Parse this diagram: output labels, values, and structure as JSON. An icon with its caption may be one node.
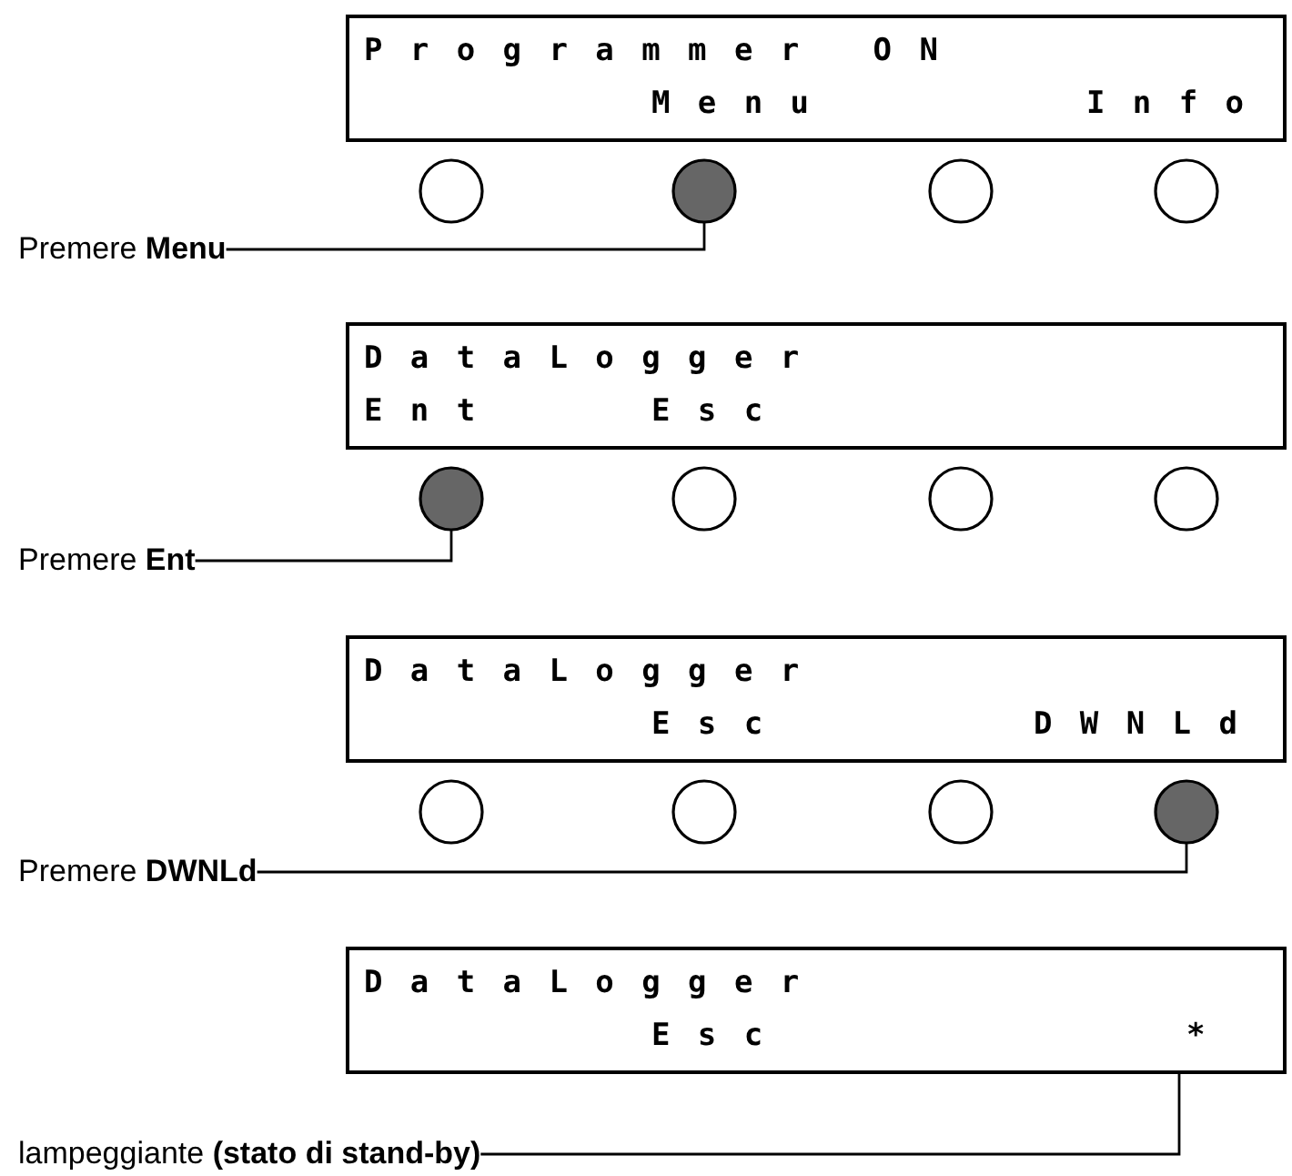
{
  "diagram": {
    "nodes": [
      {
        "text": [
          "Programmer ON",
          "Menu",
          "Info"
        ]
      },
      {
        "text": [],
        "shape": "circle"
      },
      {
        "text": [],
        "shape": "circle"
      },
      {
        "text": [],
        "shape": "circle"
      },
      {
        "text": [],
        "shape": "circle"
      },
      {
        "text": [
          "Premere **Menu**"
        ]
      },
      {
        "text": [
          "DataLogger",
          "Ent",
          "Esc"
        ]
      },
      {
        "text": [],
        "shape": "circle"
      },
      {
        "text": [],
        "shape": "circle"
      },
      {
        "text": [],
        "shape": "circle"
      },
      {
        "text": [],
        "shape": "circle"
      },
      {
        "text": [
          "Premere **Ent**"
        ]
      },
      {
        "text": [
          "DataLogger",
          "Esc",
          "DWNLd"
        ]
      },
      {
        "text": [],
        "shape": "circle"
      },
      {
        "text": [],
        "shape": "circle"
      },
      {
        "text": [],
        "shape": "circle"
      },
      {
        "text": [],
        "shape": "circle"
      },
      {
        "text": [
          "Premere **DWNLd**"
        ]
      },
      {
        "text": [
          "DataLogger",
          "Esc",
          "*"
        ]
      },
      {
        "text": [
          "lampeggiante **(stato di stand-by)**"
        ]
      }
    ],
    "edges": [
      {
        "from": 5,
        "to": 2,
        "arrow": "none"
      },
      {
        "from": 11,
        "to": 7,
        "arrow": "none"
      },
      {
        "from": 17,
        "to": 16,
        "arrow": "none"
      },
      {
        "from": 19,
        "to": 18,
        "arrow": "none"
      }
    ]
  }
}
